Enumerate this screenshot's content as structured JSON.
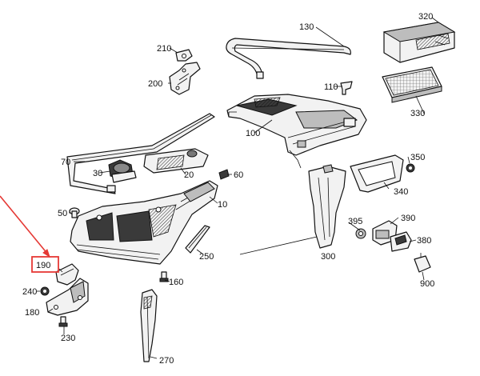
{
  "diagram": {
    "accent_color": "#e53935",
    "labels": {
      "p10": "10",
      "p20": "20",
      "p30": "30",
      "p50": "50",
      "p60": "60",
      "p70": "70",
      "p100": "100",
      "p110": "110",
      "p130": "130",
      "p160": "160",
      "p180": "180",
      "p190": "190",
      "p200": "200",
      "p210": "210",
      "p230": "230",
      "p240": "240",
      "p250": "250",
      "p270": "270",
      "p300": "300",
      "p320": "320",
      "p330": "330",
      "p340": "340",
      "p350": "350",
      "p380": "380",
      "p390": "390",
      "p395": "395",
      "p900": "900"
    }
  }
}
